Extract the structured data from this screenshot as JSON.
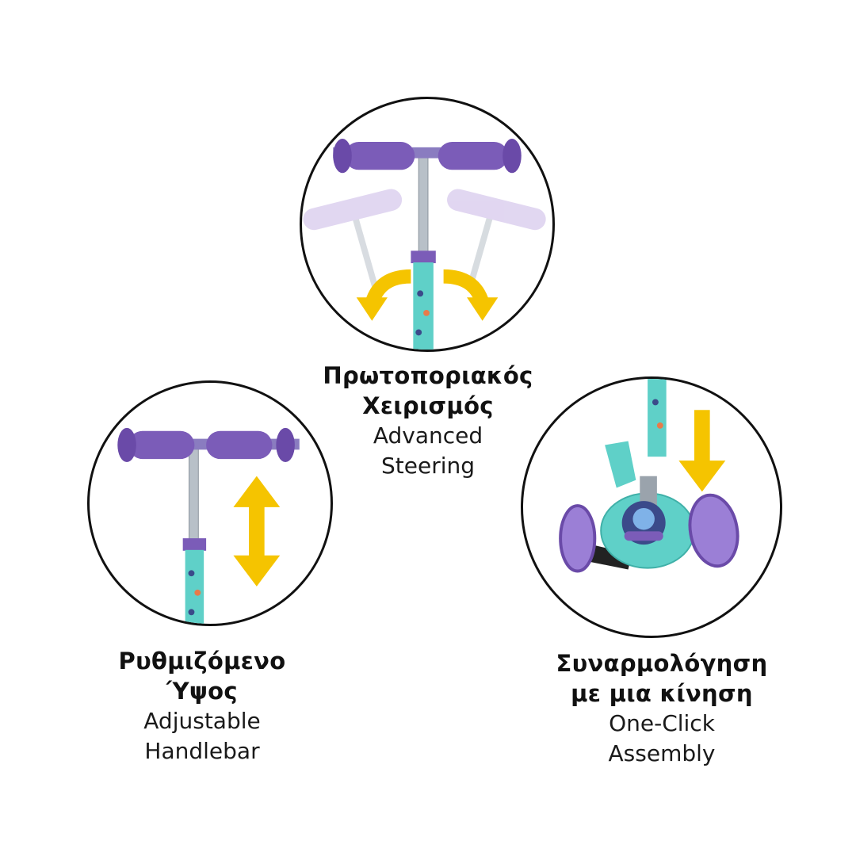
{
  "features": [
    {
      "title_line1": "Πρωτοποριακός",
      "title_line2": "Χειρισμός",
      "subtitle_line1": "Advanced",
      "subtitle_line2": "Steering",
      "icon": "steering-arrows-icon"
    },
    {
      "title_line1": "Ρυθμιζόμενο",
      "title_line2": "Ύψος",
      "subtitle_line1": "Adjustable",
      "subtitle_line2": "Handlebar",
      "icon": "vertical-double-arrow-icon"
    },
    {
      "title_line1": "Συναρμολόγηση",
      "title_line2": "με μια κίνηση",
      "subtitle_line1": "One-Click",
      "subtitle_line2": "Assembly",
      "icon": "down-arrow-icon"
    }
  ],
  "colors": {
    "arrow_yellow": "#f5c400",
    "grip_purple": "#7b5cb8",
    "grip_purple_faded": "#c9b6e6",
    "deck_teal": "#5fd0c8",
    "stem_silver": "#b8c0c8",
    "outline_black": "#111111"
  }
}
